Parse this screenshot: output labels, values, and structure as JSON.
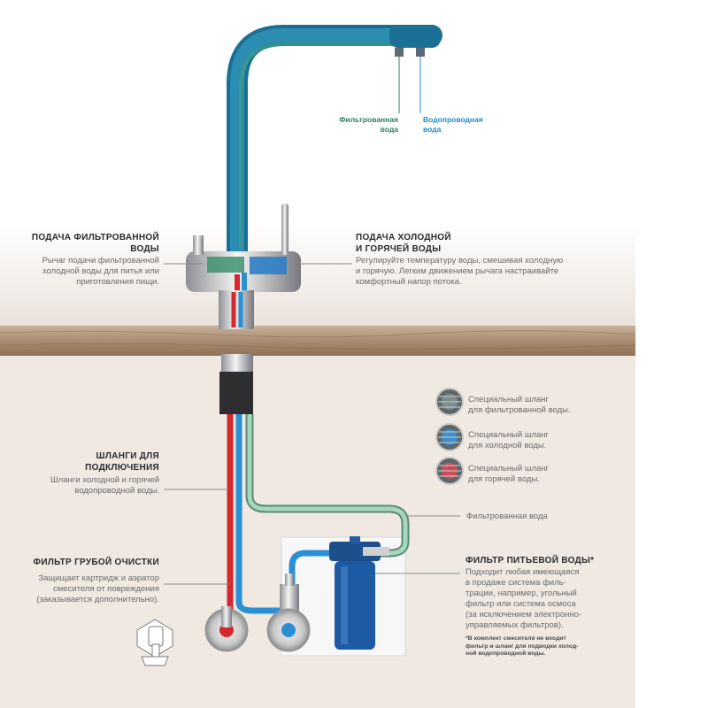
{
  "labels": {
    "filtered_water_tap": "Фильтрованная\nвода",
    "tap_water": "Водопроводная\nвода",
    "left_supply_title": "ПОДАЧА ФИЛЬТРОВАННОЙ\nВОДЫ",
    "left_supply_text": "Рычаг подачи фильтрованной\nхолодной воды для питья или\nприготовления пищи.",
    "right_supply_title": "ПОДАЧА ХОЛОДНОЙ\nИ ГОРЯЧЕЙ ВОДЫ",
    "right_supply_text": "Регулируйте температуру воды, смешивая холодную\nи горячую. Легким движением рычага настраивайте\nкомфортный напор потока.",
    "hoses_title": "ШЛАНГИ ДЛЯ\nПОДКЛЮЧЕНИЯ",
    "hoses_text": "Шланги холодной и горячей\nводопроводной воды.",
    "coarse_filter_title": "ФИЛЬТР ГРУБОЙ ОЧИСТКИ",
    "coarse_filter_text": "Защищает картридж и аэратор\nсмесителя от повреждения\n(заказывается дополнительно).",
    "filtered_water_line": "Фильтрованная вода",
    "drinking_filter_title": "ФИЛЬТР ПИТЬЕВОЙ ВОДЫ*",
    "drinking_filter_text": "Подходит любая имеющаяся\nв продаже система филь-\nтрации, например, угольный\nфильтр или система осмоса\n(за исключением электронно-\nуправляемых фильтров).",
    "footnote": "*В комплект смесителя не входит\nфильтр и шланг для подводки холод-\nной водопроводной воды."
  },
  "legend": [
    {
      "text": "Специальный шланг\nдля фильтрованной воды.",
      "core": "#7d8b8f"
    },
    {
      "text": "Специальный шланг\nдля холодной воды.",
      "core": "#3a8fd0"
    },
    {
      "text": "Специальный шланг\nдля горячей воды.",
      "core": "#d14b55"
    }
  ],
  "colors": {
    "faucet": "#1f7ea3",
    "hot": "#d6262f",
    "cold": "#2b8fd4",
    "filtered": "#8bc4a4",
    "counter": "#b39a7e",
    "cabinet": "#efe9e2"
  }
}
